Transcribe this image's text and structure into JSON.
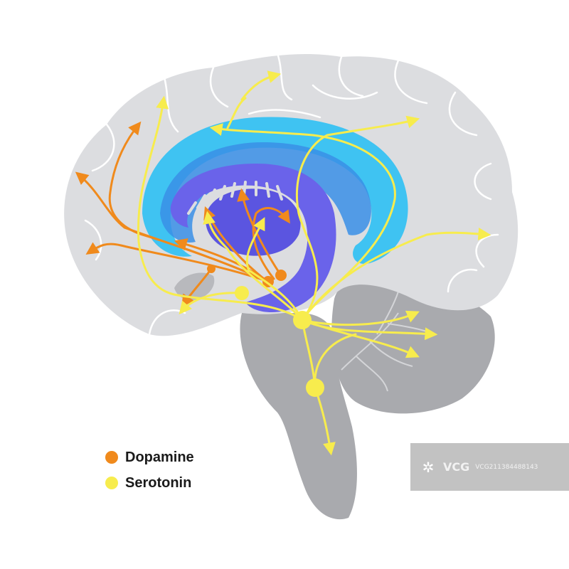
{
  "legend": {
    "items": [
      {
        "label": "Dopamine",
        "color": "#f08a1c"
      },
      {
        "label": "Serotonin",
        "color": "#f7ec4d"
      }
    ]
  },
  "watermark": {
    "logo_text": "VCG",
    "id_text": "VCG211384488143"
  },
  "colors": {
    "brain": "#dcdde0",
    "brain_outline": "#ffffff",
    "brainstem": "#a9aaae",
    "corpus_callosum_outer": "#3fc3f2",
    "ventricle_blue": "#3a8fe6",
    "inner_structure": "#6a63ea",
    "dopamine": "#f08a1c",
    "serotonin": "#f7ec4d"
  }
}
